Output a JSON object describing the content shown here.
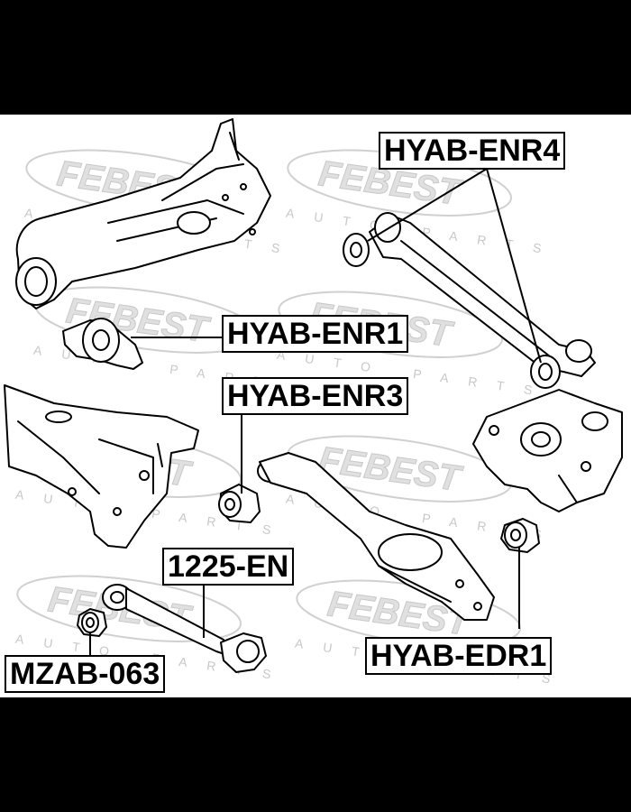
{
  "colors": {
    "background": "#000000",
    "panel": "#ffffff",
    "line": "#000000",
    "part_fill": "#ffffff",
    "watermark": "#cfcfcf"
  },
  "watermark": {
    "brand": "FEBEST",
    "tagline": "AUTO PARTS"
  },
  "labels": {
    "hyab_enr4": "HYAB-ENR4",
    "hyab_enr1": "HYAB-ENR1",
    "hyab_enr3": "HYAB-ENR3",
    "part_1225_en": "1225-EN",
    "hyab_edr1": "HYAB-EDR1",
    "mzab_063": "MZAB-063"
  }
}
